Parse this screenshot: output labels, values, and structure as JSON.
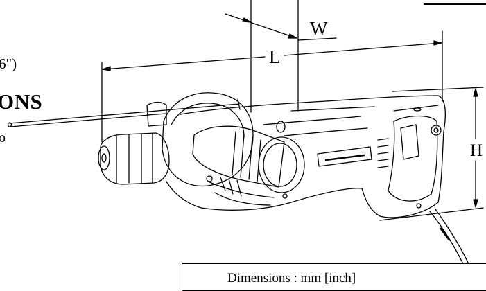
{
  "page": {
    "partial_text_top": "6\")",
    "partial_heading": "ONS",
    "partial_text_bottom": "o"
  },
  "dimensions": {
    "label_w": "W",
    "label_l": "L",
    "label_h": "H",
    "units_note": "Dimensions : mm [inch]"
  },
  "drawing": {
    "subject": "rotary hammer drill with side handle and depth gauge rod",
    "brand_badge_icon": "makita-logo-icon"
  },
  "colors": {
    "line": "#000000",
    "background": "#ffffff"
  }
}
